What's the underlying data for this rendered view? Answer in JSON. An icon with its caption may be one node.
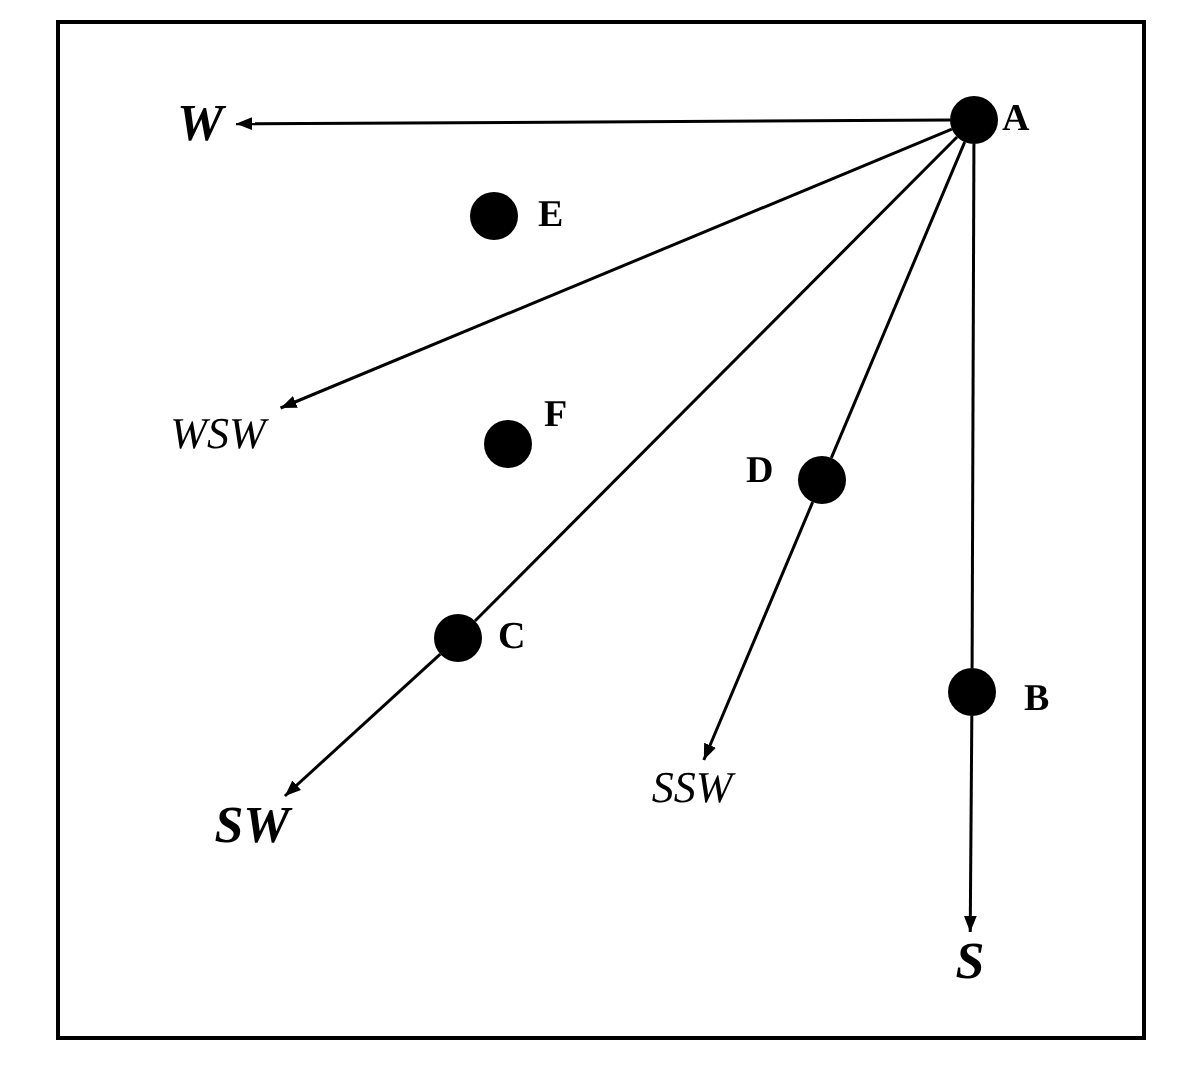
{
  "diagram": {
    "nodes": [
      {
        "text": [],
        "shape": "circle",
        "beside": [
          "A"
        ]
      },
      {
        "text": [
          "W"
        ]
      },
      {
        "text": [],
        "shape": "circle",
        "beside": [
          "E"
        ]
      },
      {
        "text": [
          "WSW"
        ]
      },
      {
        "text": [],
        "shape": "circle",
        "beside": [
          "F"
        ]
      },
      {
        "text": [],
        "shape": "circle",
        "beside": [
          "D"
        ]
      },
      {
        "text": [],
        "shape": "circle",
        "beside": [
          "C"
        ]
      },
      {
        "text": [],
        "shape": "circle",
        "beside": [
          "B"
        ]
      },
      {
        "text": [
          "SW"
        ]
      },
      {
        "text": [
          "SSW"
        ]
      },
      {
        "text": [
          "S"
        ]
      }
    ],
    "edges": [
      {
        "from": 0,
        "to": 1,
        "arrow": "to"
      },
      {
        "from": 0,
        "to": 3,
        "arrow": "to"
      },
      {
        "from": 0,
        "to": 6,
        "arrow": "none"
      },
      {
        "from": 6,
        "to": 8,
        "arrow": "to"
      },
      {
        "from": 0,
        "to": 5,
        "arrow": "none"
      },
      {
        "from": 5,
        "to": 9,
        "arrow": "to"
      },
      {
        "from": 0,
        "to": 7,
        "arrow": "none"
      },
      {
        "from": 7,
        "to": 10,
        "arrow": "to"
      }
    ]
  }
}
